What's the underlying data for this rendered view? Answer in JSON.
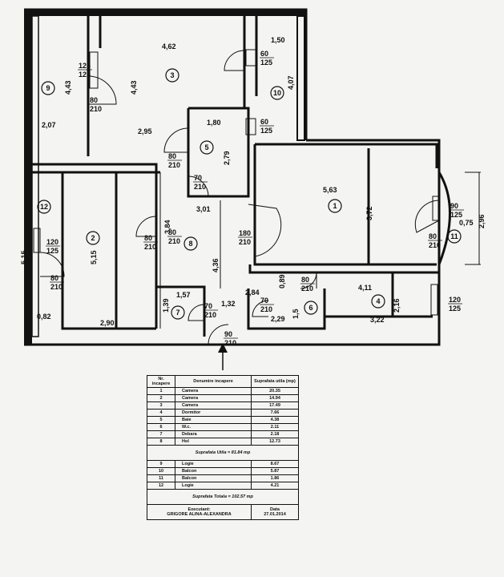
{
  "plan": {
    "dimensions": [
      "4,62",
      "1,50",
      "4,43",
      "4,43",
      "4,07",
      "2,07",
      "2,95",
      "1,80",
      "2,79",
      "3,84",
      "3,01",
      "5,63",
      "3,72",
      "0,75",
      "2,96",
      "5,15",
      "5,15",
      "4,36",
      "0,89",
      "4,11",
      "2,16",
      "1,57",
      "1,39",
      "1,32",
      "2,84",
      "2,29",
      "1,5",
      "3,22",
      "0,82",
      "2,90"
    ],
    "doors": [
      {
        "w": "125",
        "h": "125"
      },
      {
        "w": "60",
        "h": "125"
      },
      {
        "w": "80",
        "h": "210"
      },
      {
        "w": "80",
        "h": "210"
      },
      {
        "w": "60",
        "h": "125"
      },
      {
        "w": "80",
        "h": "210"
      },
      {
        "w": "70",
        "h": "210"
      },
      {
        "w": "80",
        "h": "210"
      },
      {
        "w": "180",
        "h": "210"
      },
      {
        "w": "90",
        "h": "125"
      },
      {
        "w": "80",
        "h": "210"
      },
      {
        "w": "120",
        "h": "125"
      },
      {
        "w": "80",
        "h": "210"
      },
      {
        "w": "80",
        "h": "210"
      },
      {
        "w": "70",
        "h": "210"
      },
      {
        "w": "70",
        "h": "210"
      },
      {
        "w": "120",
        "h": "125"
      },
      {
        "w": "90",
        "h": "210"
      }
    ],
    "rooms": [
      "1",
      "2",
      "3",
      "4",
      "5",
      "6",
      "7",
      "8",
      "9",
      "10",
      "11",
      "12"
    ]
  },
  "table": {
    "headers": [
      "Nr. incapere",
      "Denumire incapere",
      "Suprafata utila (mp)"
    ],
    "rows": [
      [
        "1",
        "Camera",
        "20.35"
      ],
      [
        "2",
        "Camera",
        "14.94"
      ],
      [
        "3",
        "Camera",
        "17.49"
      ],
      [
        "4",
        "Dormitor",
        "7.66"
      ],
      [
        "5",
        "Baie",
        "4.38"
      ],
      [
        "6",
        "W.c.",
        "2.11"
      ],
      [
        "7",
        "Debara",
        "2.18"
      ],
      [
        "8",
        "Hol",
        "12.73"
      ]
    ],
    "util_total": "Suprafata Utila        = 81.84 mp",
    "rows2": [
      [
        "9",
        "Logie",
        "8.67"
      ],
      [
        "10",
        "Balcon",
        "5.87"
      ],
      [
        "11",
        "Balcon",
        "1.86"
      ],
      [
        "12",
        "Logie",
        "4.21"
      ]
    ],
    "grand_total": "Suprafata Totala        = 102.57 mp",
    "author_label": "Executant:",
    "author_name": "GRIGORE ALINA-ALEXANDRA",
    "date_label": "Data",
    "date_value": "27.01.2014"
  }
}
